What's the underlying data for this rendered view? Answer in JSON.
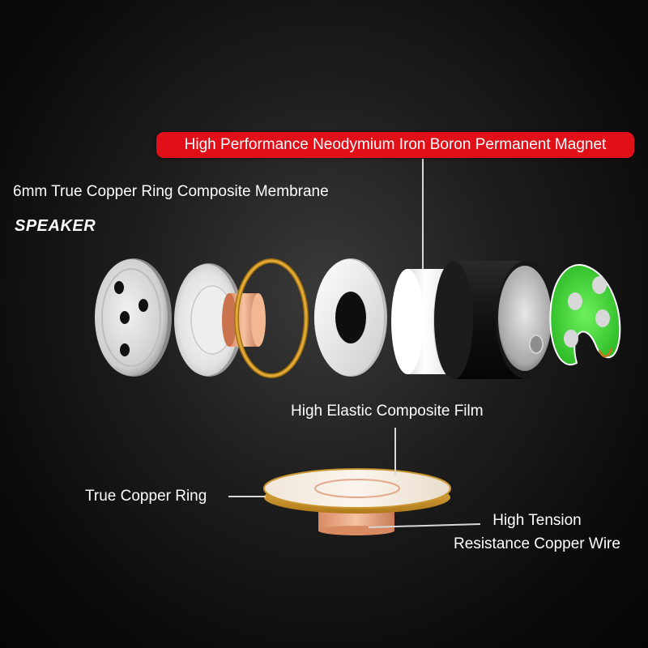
{
  "callouts": {
    "magnet": "High Performance Neodymium Iron Boron Permanent Magnet",
    "membrane": "6mm True Copper Ring Composite Membrane",
    "speaker": "SPEAKER",
    "film": "High Elastic Composite Film",
    "copper_ring": "True Copper Ring",
    "wire_line1": "High Tension",
    "wire_line2": "Resistance Copper Wire"
  },
  "colors": {
    "badge": "#e10f17",
    "copper": "#e8a07a",
    "gold_ring": "#d49a2a",
    "green_plate": "#3fd63a"
  },
  "icons": {
    "front-cover": "perforated-cap-icon",
    "magnet": "cylinder-magnet-icon",
    "rear-plate": "green-vented-plate-icon"
  }
}
